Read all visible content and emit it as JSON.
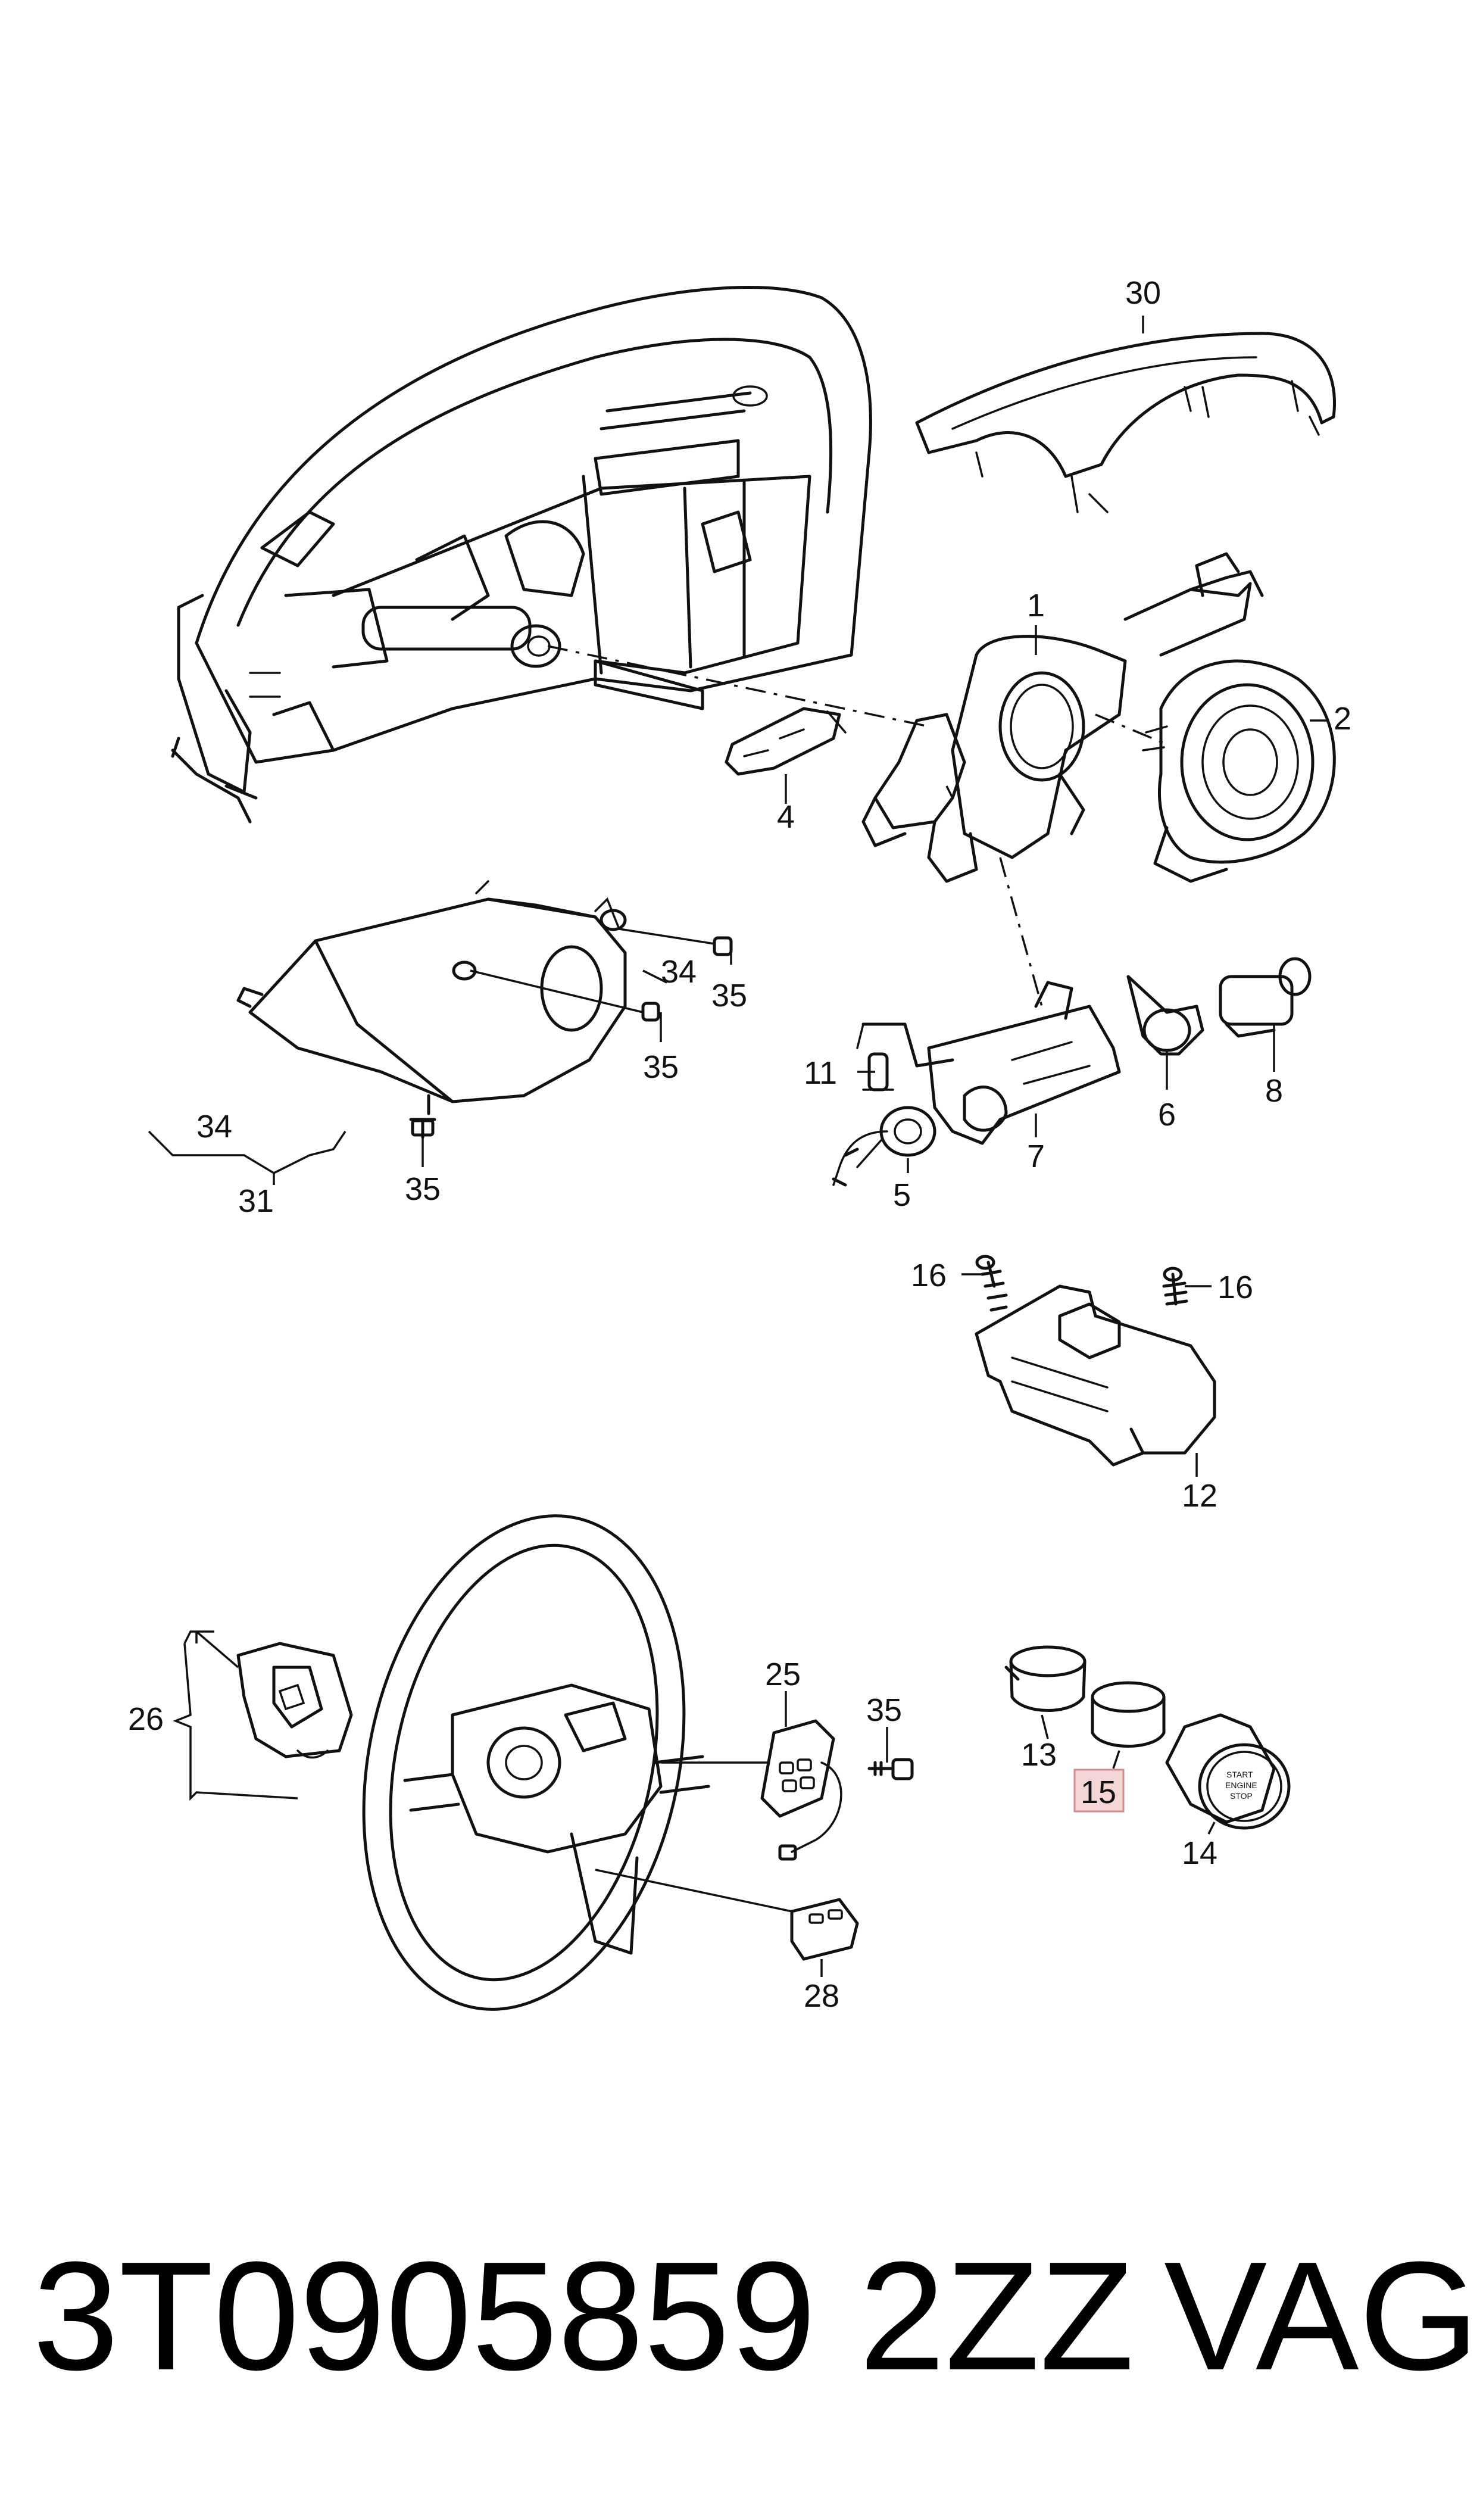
{
  "callouts": {
    "c30": "30",
    "c1": "1",
    "c2": "2",
    "c4": "4",
    "c34a": "34",
    "c35a": "35",
    "c35b": "35",
    "c34b": "34",
    "c31": "31",
    "c35c": "35",
    "c11": "11",
    "c5": "5",
    "c7": "7",
    "c6": "6",
    "c8": "8",
    "c16a": "16",
    "c16b": "16",
    "c12": "12",
    "c26": "26",
    "c25": "25",
    "c35d": "35",
    "c28": "28",
    "c13": "13",
    "c15": "15",
    "c14": "14"
  },
  "start_button": {
    "line1": "START",
    "line2": "ENGINE",
    "line3": "STOP"
  },
  "highlight_color": "#f5d6d6",
  "footer": {
    "part_number": "3T0905859 2ZZ",
    "brand": "VAG"
  }
}
